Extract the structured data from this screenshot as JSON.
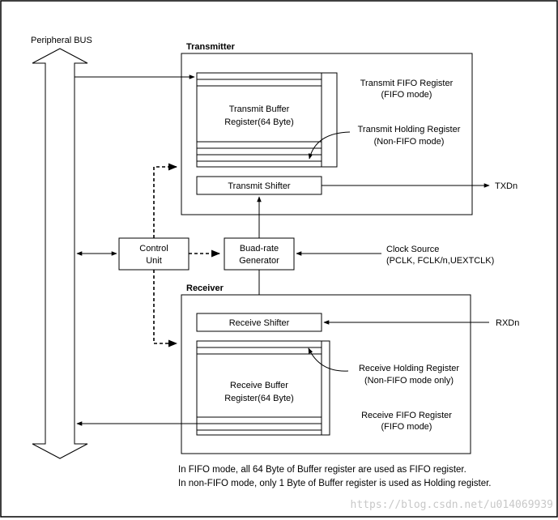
{
  "peripheral_bus": "Peripheral BUS",
  "transmitter": {
    "title": "Transmitter",
    "buffer_line1": "Transmit Buffer",
    "buffer_line2": "Register(64 Byte)",
    "fifo_label_line1": "Transmit FIFO Register",
    "fifo_label_line2": "(FIFO mode)",
    "holding_label_line1": "Transmit Holding Register",
    "holding_label_line2": "(Non-FIFO mode)",
    "shifter": "Transmit Shifter",
    "output": "TXDn"
  },
  "control_unit_line1": "Control",
  "control_unit_line2": "Unit",
  "baud_line1": "Buad-rate",
  "baud_line2": "Generator",
  "clock_source_line1": "Clock Source",
  "clock_source_line2": "(PCLK, FCLK/n,UEXTCLK)",
  "receiver": {
    "title": "Receiver",
    "shifter": "Receive Shifter",
    "input": "RXDn",
    "buffer_line1": "Receive Buffer",
    "buffer_line2": "Register(64 Byte)",
    "holding_label_line1": "Receive Holding Register",
    "holding_label_line2": "(Non-FIFO mode only)",
    "fifo_label_line1": "Receive FIFO Register",
    "fifo_label_line2": "(FIFO mode)"
  },
  "footnote_line1": "In FIFO mode, all 64 Byte of Buffer register are used as FIFO register.",
  "footnote_line2": "In non-FIFO mode, only 1 Byte of Buffer register is used as Holding register.",
  "watermark": "https://blog.csdn.net/u014069939"
}
